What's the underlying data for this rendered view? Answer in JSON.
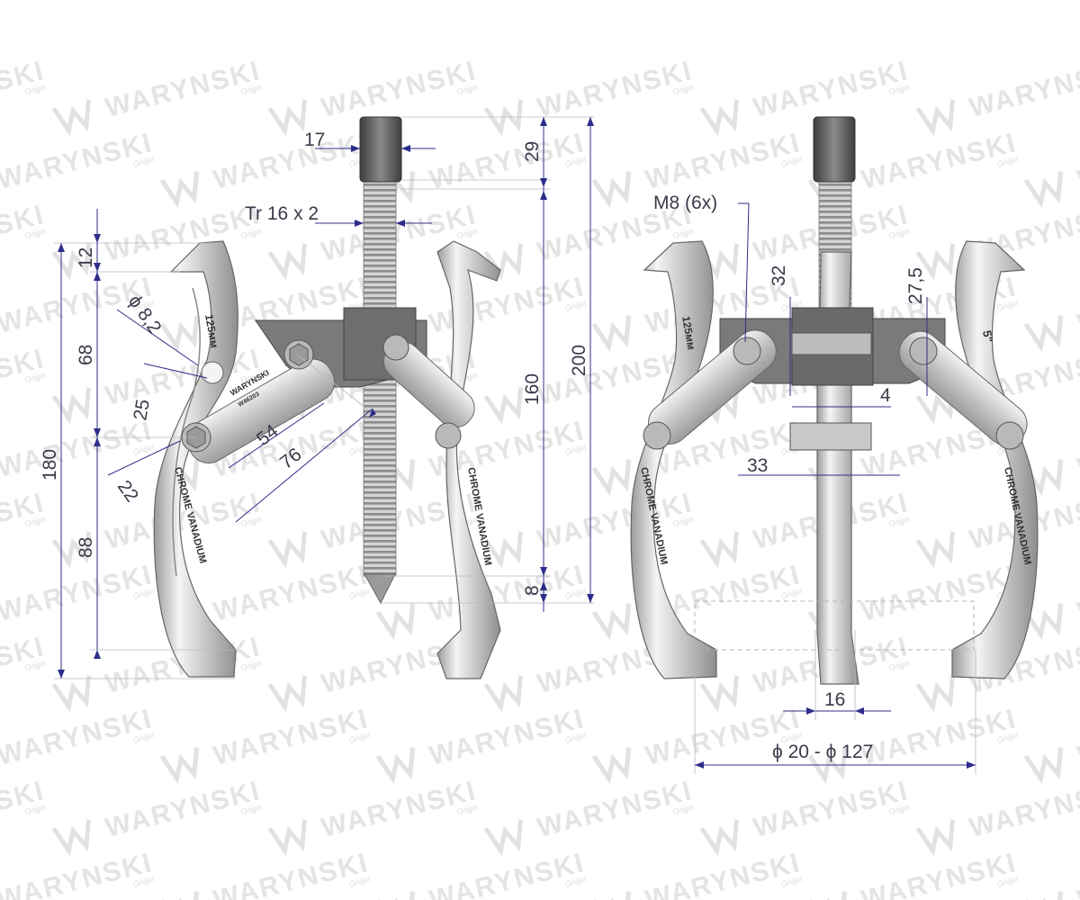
{
  "watermark": {
    "brand": "WARYNSKI",
    "sub": "Origin"
  },
  "jaw_markings": {
    "brand": "WARYNSKI",
    "size": "125мм",
    "size_right": "5\"",
    "material": "CHROME VANADIUM",
    "code": "W46203"
  },
  "dimensions": {
    "hex": "17",
    "thread": "Tr 16 x 2",
    "hex_height": "29",
    "thread_length": "160",
    "overall_height": "200",
    "tip": "8",
    "hook": "12",
    "upper": "68",
    "lower": "88",
    "jaw_height": "180",
    "pin_dia": "ϕ 8,2",
    "offset_25": "25",
    "offset_22": "22",
    "link_54": "54",
    "link_76": "76",
    "bolts": "M8 (6x)",
    "plate_32": "32",
    "plate_27_5": "27,5",
    "gap_4": "4",
    "width_33": "33",
    "width_16": "16",
    "range": "ϕ 20 - ϕ 127"
  }
}
